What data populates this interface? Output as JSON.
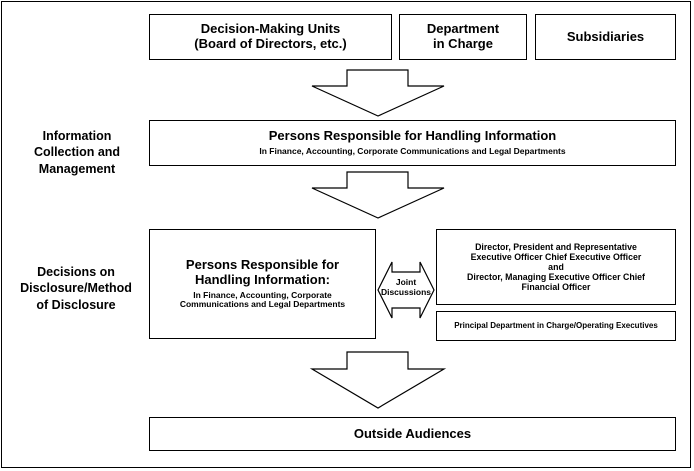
{
  "top_boxes": {
    "decision_units_line1": "Decision-Making Units",
    "decision_units_line2": "(Board of Directors, etc.)",
    "department_line1": "Department",
    "department_line2": "in Charge",
    "subsidiaries": "Subsidiaries"
  },
  "section_labels": {
    "info_line1": "Information",
    "info_line2": "Collection and",
    "info_line3": "Management",
    "disclosure_line1": "Decisions on",
    "disclosure_line2": "Disclosure/Method",
    "disclosure_line3": "of Disclosure"
  },
  "persons_box": {
    "title": "Persons Responsible for Handling Information",
    "subtitle": "In Finance, Accounting, Corporate Communications and Legal Departments"
  },
  "persons_box_2": {
    "title_line1": "Persons Responsible for",
    "title_line2": "Handling Information:",
    "sub_line1": "In Finance, Accounting, Corporate",
    "sub_line2": "Communications and Legal Departments"
  },
  "joint": {
    "line1": "Joint",
    "line2": "Discussions"
  },
  "directors_box": {
    "line1": "Director, President and Representative",
    "line2": "Executive Officer Chief Executive Officer",
    "line3": "and",
    "line4": "Director, Managing Executive Officer Chief",
    "line5": "Financial Officer"
  },
  "principal_box": {
    "text": "Principal Department in Charge/Operating Executives"
  },
  "outside_box": {
    "text": "Outside Audiences"
  }
}
